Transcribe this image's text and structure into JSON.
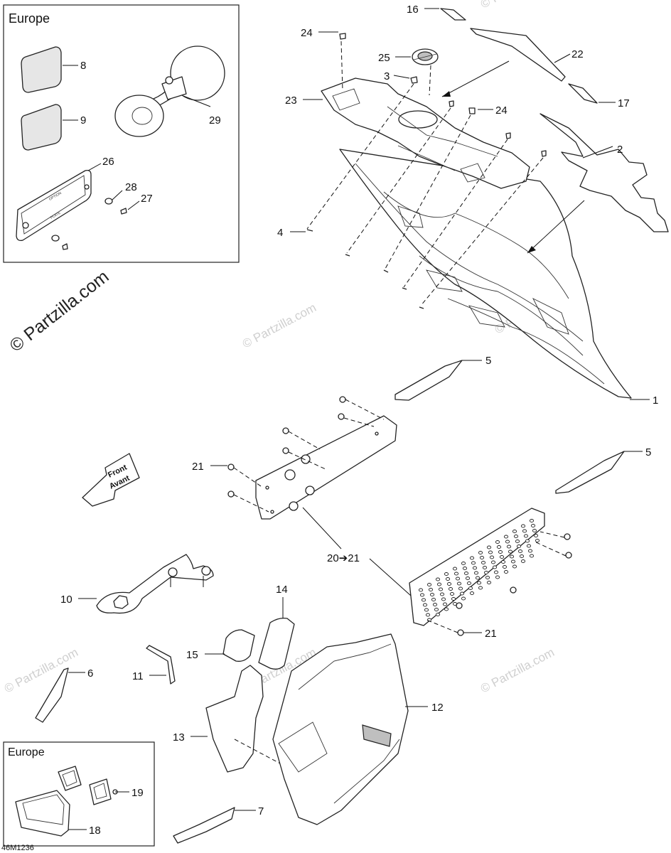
{
  "watermark": {
    "main": "© Partzilla.com",
    "faint": "© Partzilla.com"
  },
  "europe_boxes": [
    "Europe",
    "Europe"
  ],
  "direction_arrow": {
    "line1": "Front",
    "line2": "Avant"
  },
  "drawing_number": "46M1236",
  "callouts": {
    "c1": "1",
    "c2": "2",
    "c3": "3",
    "c4": "4",
    "c5a": "5",
    "c5b": "5",
    "c6": "6",
    "c7": "7",
    "c8": "8",
    "c9": "9",
    "c10": "10",
    "c11": "11",
    "c12": "12",
    "c13": "13",
    "c14": "14",
    "c15": "15",
    "c16": "16",
    "c17": "17",
    "c18": "18",
    "c19": "19",
    "c20": "20➔21",
    "c21a": "21",
    "c21b": "21",
    "c22": "22",
    "c23": "23",
    "c24a": "24",
    "c24b": "24",
    "c25": "25",
    "c26": "26",
    "c27": "27",
    "c28": "28",
    "c29": "29"
  }
}
